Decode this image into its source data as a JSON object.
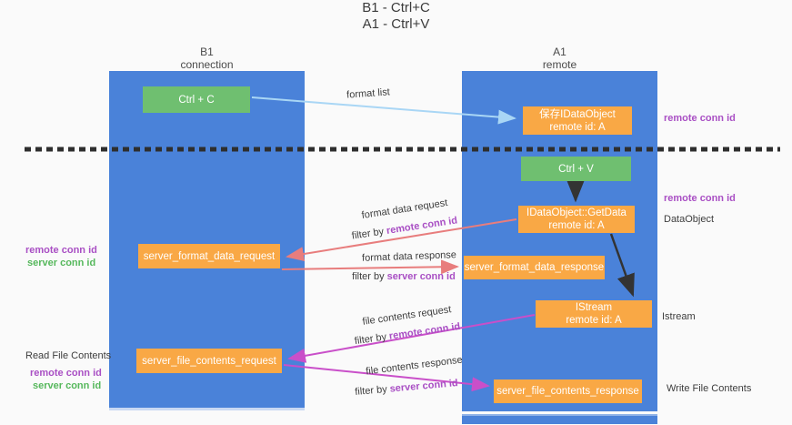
{
  "title": {
    "line1": "B1 - Ctrl+C",
    "line2": "A1 - Ctrl+V"
  },
  "lanes": {
    "left": {
      "name": "B1",
      "role": "connection"
    },
    "right": {
      "name": "A1",
      "role": "remote"
    }
  },
  "nodes": {
    "ctrl_c": {
      "label": "Ctrl + C"
    },
    "ctrl_v": {
      "label": "Ctrl + V"
    },
    "save_dataobject": {
      "line1": "保存IDataObject",
      "line2": "remote id: A"
    },
    "getdata": {
      "line1": "IDataObject::GetData",
      "line2": "remote id: A"
    },
    "istream": {
      "line1": "IStream",
      "line2": "remote id: A"
    },
    "format_request": {
      "label": "server_format_data_request"
    },
    "format_response": {
      "label": "server_format_data_response"
    },
    "file_request": {
      "label": "server_file_contents_request"
    },
    "file_response": {
      "label": "server_file_contents_response"
    }
  },
  "flow_labels": {
    "format_list": "format list",
    "format_data_request": "format data request",
    "format_request_filter": {
      "prefix": "filter by",
      "id": "remote conn id"
    },
    "format_data_response": "format data response",
    "format_response_filter": {
      "prefix": "filter by",
      "id": "server conn id"
    },
    "file_contents_request": "file contents request",
    "file_request_filter": {
      "prefix": "filter by",
      "id": "remote conn id"
    },
    "file_contents_response": "file contents response",
    "file_response_filter": {
      "prefix": "filter by",
      "id": "server conn id"
    }
  },
  "annotations": {
    "right_remote_conn_top": "remote conn id",
    "right_remote_conn_mid": "remote conn id",
    "right_dataobject": "DataObject",
    "right_istream": "Istream",
    "right_write_file": "Write File Contents",
    "left_remote_conn_top": "remote conn id",
    "left_server_conn_top": "server conn id",
    "left_read_file": "Read File Contents",
    "left_remote_conn_bottom": "remote conn id",
    "left_server_conn_bottom": "server conn id"
  },
  "colors": {
    "lane_blue": "#4a82d9",
    "node_green": "#6fbf70",
    "node_orange": "#f9a845",
    "arrow_light_blue": "#a9d6f5",
    "arrow_salmon": "#e87d7d",
    "arrow_magenta": "#c94fc9",
    "arrow_black": "#333333",
    "dashed_line": "#2e2e2e",
    "text_purple": "#a94fc4",
    "text_green": "#56b85c",
    "background": "#fafafa"
  }
}
